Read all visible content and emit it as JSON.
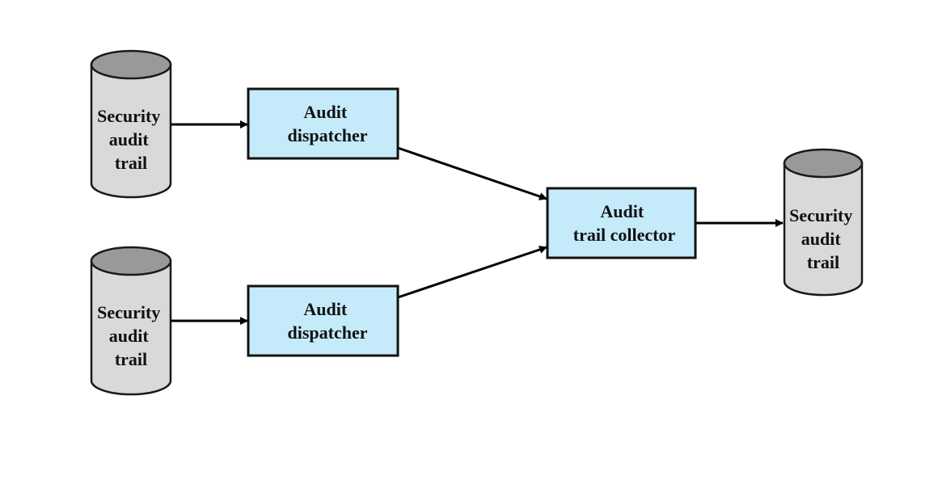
{
  "colors": {
    "cylinder_fill": "#d9d9d9",
    "cylinder_top": "#999999",
    "process_fill": "#c5ebfb",
    "line": "#000000",
    "background": "#ffffff"
  },
  "nodes": {
    "trail_top": {
      "shape": "cylinder",
      "lines": [
        "Security",
        "audit",
        "trail"
      ]
    },
    "trail_bottom": {
      "shape": "cylinder",
      "lines": [
        "Security",
        "audit",
        "trail"
      ]
    },
    "dispatcher_top": {
      "shape": "box",
      "lines": [
        "Audit",
        "dispatcher"
      ]
    },
    "dispatcher_bottom": {
      "shape": "box",
      "lines": [
        "Audit",
        "dispatcher"
      ]
    },
    "collector": {
      "shape": "box",
      "lines": [
        "Audit",
        "trail collector"
      ]
    },
    "trail_output": {
      "shape": "cylinder",
      "lines": [
        "Security",
        "audit",
        "trail"
      ]
    }
  },
  "edges": [
    {
      "from": "trail_top",
      "to": "dispatcher_top"
    },
    {
      "from": "trail_bottom",
      "to": "dispatcher_bottom"
    },
    {
      "from": "dispatcher_top",
      "to": "collector"
    },
    {
      "from": "dispatcher_bottom",
      "to": "collector"
    },
    {
      "from": "collector",
      "to": "trail_output"
    }
  ]
}
